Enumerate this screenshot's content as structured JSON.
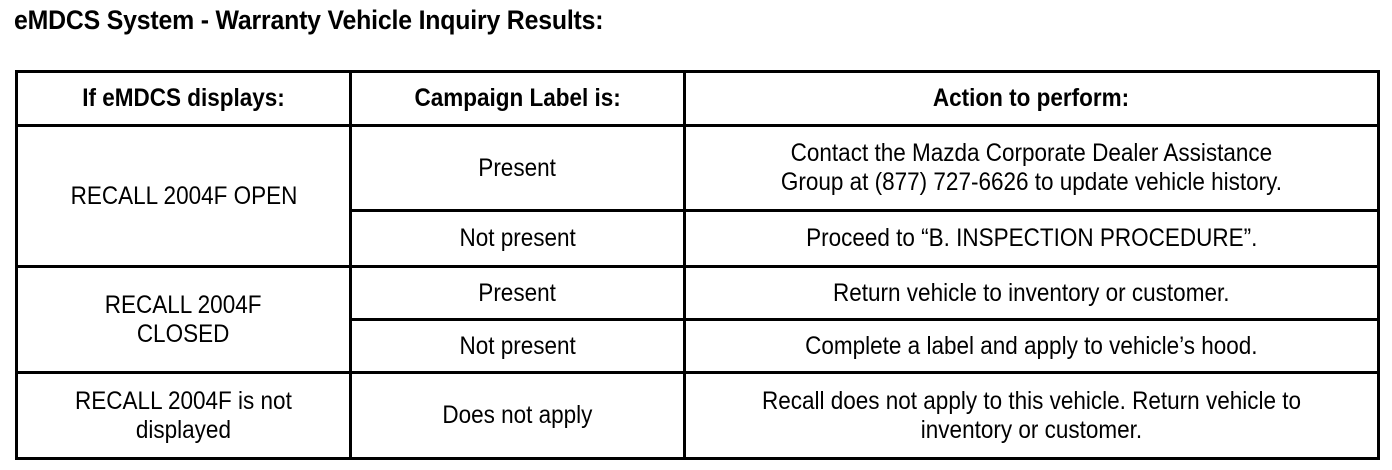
{
  "document": {
    "title": "eMDCS System - Warranty Vehicle Inquiry Results:"
  },
  "table": {
    "headers": {
      "col1": "If eMDCS displays:",
      "col2": "Campaign Label is:",
      "col3": "Action to perform:"
    },
    "rows": [
      {
        "display": "RECALL 2004F OPEN",
        "entries": [
          {
            "label": "Present",
            "action_line1": "Contact the Mazda Corporate Dealer Assistance",
            "action_line2": "Group at (877) 727-6626 to update vehicle history."
          },
          {
            "label": "Not present",
            "action_line1": "Proceed to “B. INSPECTION PROCEDURE”.",
            "action_line2": ""
          }
        ]
      },
      {
        "display_line1": "RECALL 2004F",
        "display_line2": "CLOSED",
        "entries": [
          {
            "label": "Present",
            "action_line1": "Return vehicle to inventory or customer.",
            "action_line2": ""
          },
          {
            "label": "Not present",
            "action_line1": "Complete a label and apply to vehicle’s hood.",
            "action_line2": ""
          }
        ]
      },
      {
        "display_line1": "RECALL 2004F is not",
        "display_line2": "displayed",
        "entries": [
          {
            "label": "Does not apply",
            "action_line1": "Recall does not apply to this vehicle. Return vehicle to",
            "action_line2": "inventory or customer."
          }
        ]
      }
    ]
  }
}
